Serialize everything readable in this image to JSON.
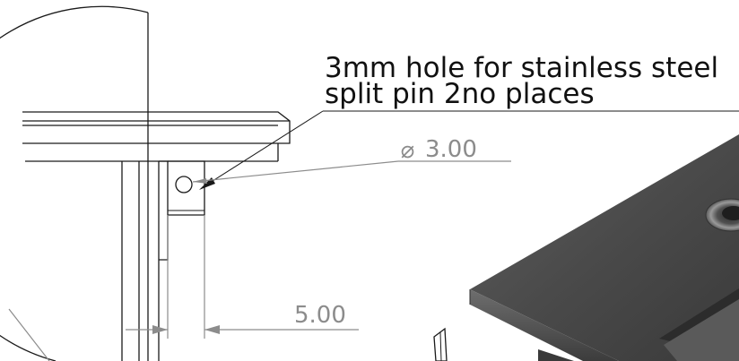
{
  "note": {
    "line1": "3mm hole for stainless steel",
    "line2": "split pin 2no places"
  },
  "dimensions": {
    "diameter_symbol": "⌀",
    "diameter_value": "3.00",
    "width_value": "5.00"
  },
  "colors": {
    "line": "#1a1a1a",
    "dimension": "#8c8c8c",
    "render_dark": "#3f3f3f",
    "render_mid": "#6d6d6d"
  }
}
